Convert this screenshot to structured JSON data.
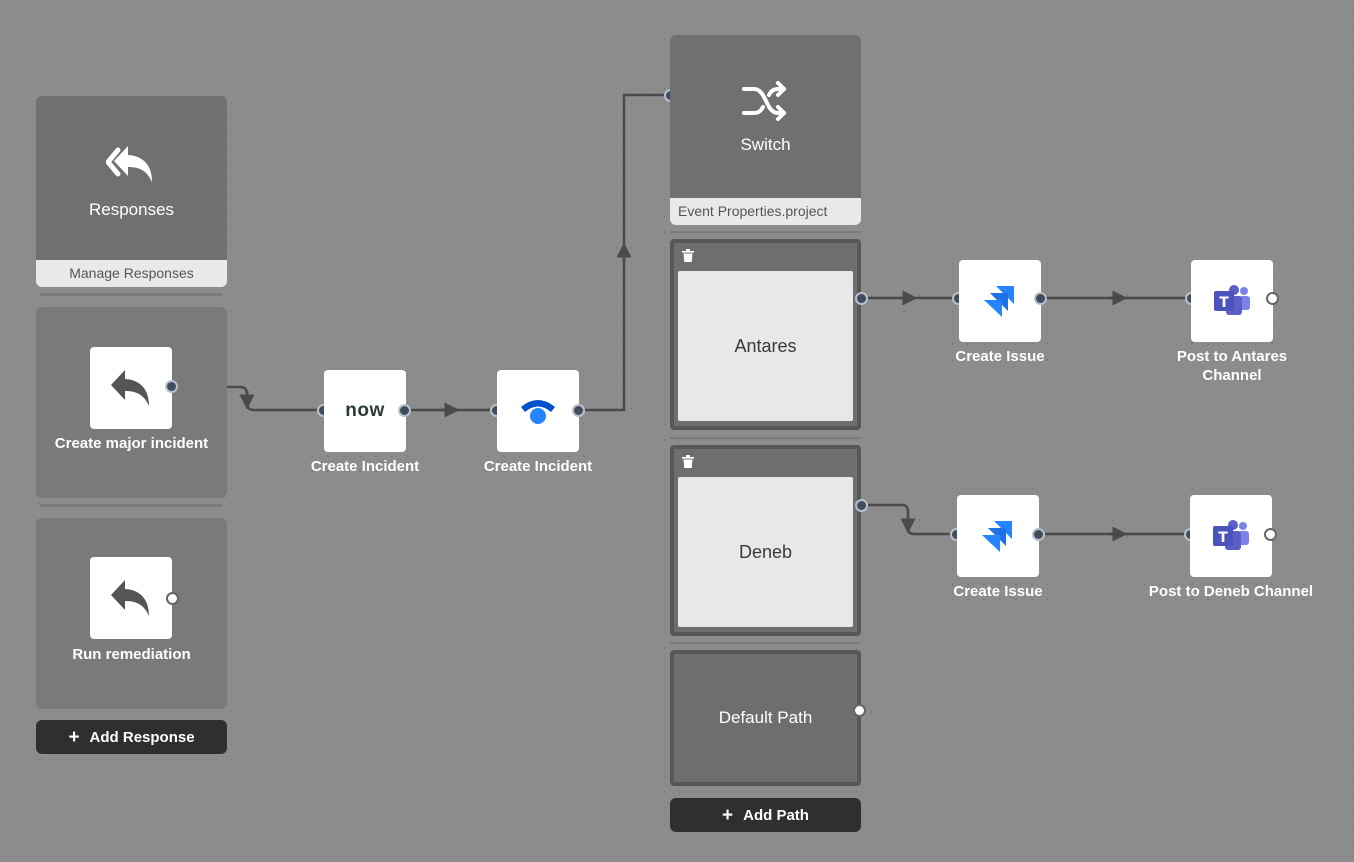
{
  "responses_panel": {
    "title": "Responses",
    "icon": "double-reply-icon",
    "footer": "Manage Responses",
    "items": [
      {
        "label": "Create major incident",
        "icon": "reply-icon"
      },
      {
        "label": "Run remediation",
        "icon": "reply-icon"
      }
    ],
    "add_button": "Add Response"
  },
  "flow_nodes": {
    "servicenow": {
      "label": "Create Incident",
      "logo_text": "now",
      "icon": "servicenow-logo"
    },
    "statuspage": {
      "label": "Create Incident",
      "icon": "statuspage-logo",
      "color": "#0052cc"
    }
  },
  "switch_panel": {
    "title": "Switch",
    "icon": "shuffle-icon",
    "footer": "Event Properties.project",
    "paths": [
      {
        "label": "Antares",
        "actions": [
          {
            "label": "Create Issue",
            "icon": "jira-logo"
          },
          {
            "label": "Post to Antares Channel",
            "icon": "teams-logo"
          }
        ]
      },
      {
        "label": "Deneb",
        "actions": [
          {
            "label": "Create Issue",
            "icon": "jira-logo"
          },
          {
            "label": "Post to Deneb Channel",
            "icon": "teams-logo"
          }
        ]
      }
    ],
    "default_path": "Default Path",
    "add_button": "Add Path"
  },
  "colors": {
    "canvas": "#8c8c8c",
    "panel": "#707070",
    "connector": "#4a4a4a",
    "jira": "#2684ff",
    "teams": "#5b5fc7"
  }
}
